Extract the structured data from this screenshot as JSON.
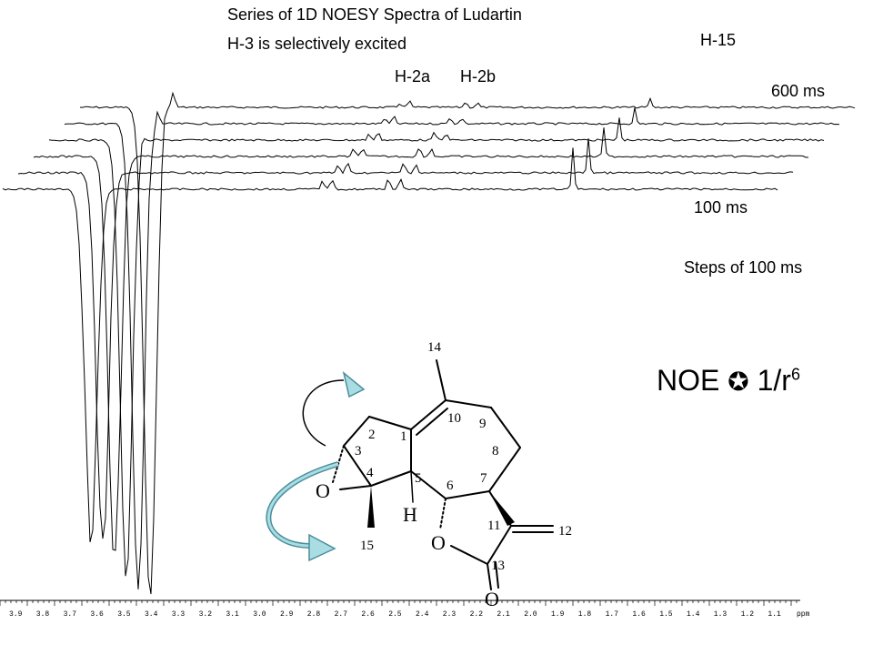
{
  "title_line1": "Series of 1D NOESY Spectra of Ludartin",
  "title_line2": "H-3 is selectively excited",
  "peaks": {
    "h15": "H-15",
    "h2a": "H-2a",
    "h2b": "H-2b"
  },
  "times": {
    "top": "600 ms",
    "bottom": "100 ms",
    "steps": "Steps of 100 ms"
  },
  "noe_relation": {
    "prefix": "NOE",
    "symbol": "✪",
    "base": "1/r",
    "exp": "6"
  },
  "axis": {
    "ticks": [
      "3.9",
      "3.8",
      "3.7",
      "3.6",
      "3.5",
      "3.4",
      "3.3",
      "3.2",
      "3.1",
      "3.0",
      "2.9",
      "2.8",
      "2.7",
      "2.6",
      "2.5",
      "2.4",
      "2.3",
      "2.2",
      "2.1",
      "2.0",
      "1.9",
      "1.8",
      "1.7",
      "1.6",
      "1.5",
      "1.4",
      "1.3",
      "1.2",
      "1.1"
    ],
    "unit": "ppm"
  },
  "molecule": {
    "atom_numbers": [
      "1",
      "2",
      "3",
      "4",
      "5",
      "6",
      "7",
      "8",
      "9",
      "10",
      "11",
      "12",
      "13",
      "14",
      "15"
    ],
    "heteroatoms": [
      "O",
      "O",
      "O"
    ],
    "hydrogen": "H"
  },
  "colors": {
    "arrow_fill": "#a9dde3",
    "arrow_stroke": "#4a8e9a",
    "ink": "#000000"
  }
}
